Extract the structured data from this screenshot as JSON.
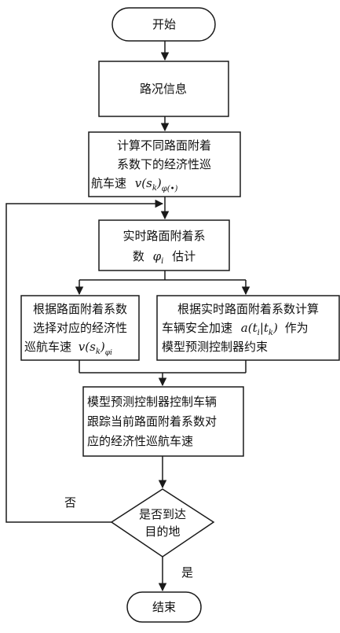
{
  "nodes": {
    "start": "开始",
    "road_info": "路况信息",
    "compute_line1": "计算不同路面附着",
    "compute_line2": "系数下的经济性巡",
    "compute_line3": "航车速",
    "compute_formula": "v(s",
    "compute_formula_k": "k",
    "compute_formula_tail": ")",
    "compute_formula_sub": "φ(•)",
    "estimate_line1": "实时路面附着系",
    "estimate_line2": "数",
    "estimate_symbol": "φ",
    "estimate_symbol_sub": "i",
    "estimate_line2_tail": "估计",
    "select_line1": "根据路面附着系数",
    "select_line2": "选择对应的经济性",
    "select_line3": "巡航车速",
    "select_formula": "v(s",
    "select_formula_k": "k",
    "select_formula_tail": ")",
    "select_formula_sub": "φi",
    "accel_line1": "根据实时路面附着系数计算",
    "accel_line2a": "车辆安全加速",
    "accel_formula": "a(t",
    "accel_formula_i": "i",
    "accel_formula_mid": "|t",
    "accel_formula_k": "k",
    "accel_formula_tail": ")",
    "accel_line2b": "作为",
    "accel_line3": "模型预测控制器约束",
    "mpc_line1": "模型预测控制器控制车辆",
    "mpc_line2": "跟踪当前路面附着系数对",
    "mpc_line3": "应的经济性巡航车速",
    "decision_line1": "是否到达",
    "decision_line2": "目的地",
    "end": "结束"
  },
  "edges": {
    "no_label": "否",
    "yes_label": "是"
  },
  "colors": {
    "stroke": "#1a1a1a",
    "fill": "#ffffff"
  }
}
